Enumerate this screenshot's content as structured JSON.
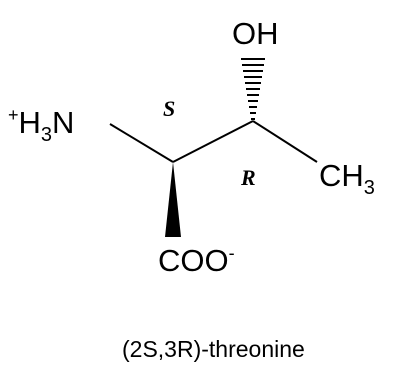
{
  "molecule": {
    "hydroxyl": {
      "label": "OH"
    },
    "amino": {
      "charge": "+",
      "h": "H",
      "h_count": "3",
      "n": "N"
    },
    "methyl": {
      "label": "CH",
      "count": "3"
    },
    "carboxylate": {
      "label": "COO",
      "charge": "-"
    },
    "stereocenters": {
      "c2": "S",
      "c3": "R"
    }
  },
  "caption": "(2S,3R)-threonine"
}
